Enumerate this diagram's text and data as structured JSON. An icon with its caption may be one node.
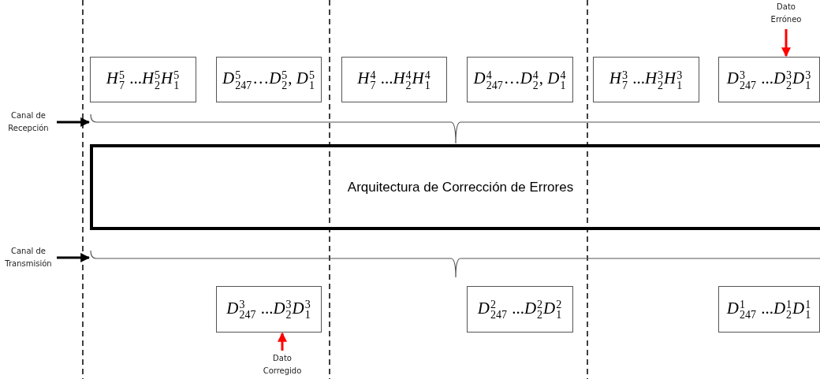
{
  "diagram": {
    "nodes": [
      {
        "text": [
          "*H*$^{5}$$_{7}$ ...*H*$^{5}$$_{2}$*H*$^{5}$$_{1}$"
        ]
      },
      {
        "text": [
          "*D*$^{5}$$_{247}$…*D*$^{5}$$_{2}$, *D*$^{5}$$_{1}$"
        ]
      },
      {
        "text": [
          "*H*$^{4}$$_{7}$ ...*H*$^{4}$$_{2}$*H*$^{4}$$_{1}$"
        ]
      },
      {
        "text": [
          "*D*$^{4}$$_{247}$…*D*$^{4}$$_{2}$, *D*$^{4}$$_{1}$"
        ]
      },
      {
        "text": [
          "*H*$^{3}$$_{7}$ ...*H*$^{3}$$_{2}$*H*$^{3}$$_{1}$"
        ]
      },
      {
        "text": [
          "*D*$^{3}$$_{247}$ ...*D*$^{3}$$_{2}$*D*$^{3}$$_{1}$"
        ]
      },
      {
        "text": [
          "Arquitectura de Corrección de Errores"
        ]
      },
      {
        "text": [
          "*D*$^{3}$$_{247}$ ...*D*$^{3}$$_{2}$*D*$^{3}$$_{1}$"
        ]
      },
      {
        "text": [
          "*D*$^{2}$$_{247}$ ...*D*$^{2}$$_{2}$*D*$^{2}$$_{1}$"
        ]
      },
      {
        "text": [
          "*D*$^{1}$$_{247}$ ...*D*$^{1}$$_{2}$*D*$^{1}$$_{1}$"
        ]
      },
      {
        "text": [
          "Dato Erróneo"
        ]
      },
      {
        "text": [
          "Dato Corregido"
        ]
      },
      {
        "text": [
          "Canal de Recepción"
        ]
      },
      {
        "text": [
          "Canal de Transmisión"
        ]
      },
      {
        "text": [],
        "shape": "bracket"
      },
      {
        "text": [],
        "shape": "bracket"
      }
    ],
    "edges": [
      {
        "from": 10,
        "to": 5,
        "arrow": "to",
        "color": "#ff0000"
      },
      {
        "from": 11,
        "to": 7,
        "arrow": "to",
        "color": "#ff0000"
      },
      {
        "from": 12,
        "to": 14,
        "arrow": "to",
        "color": "#000000"
      },
      {
        "from": 13,
        "to": 15,
        "arrow": "to",
        "color": "#000000"
      }
    ]
  }
}
